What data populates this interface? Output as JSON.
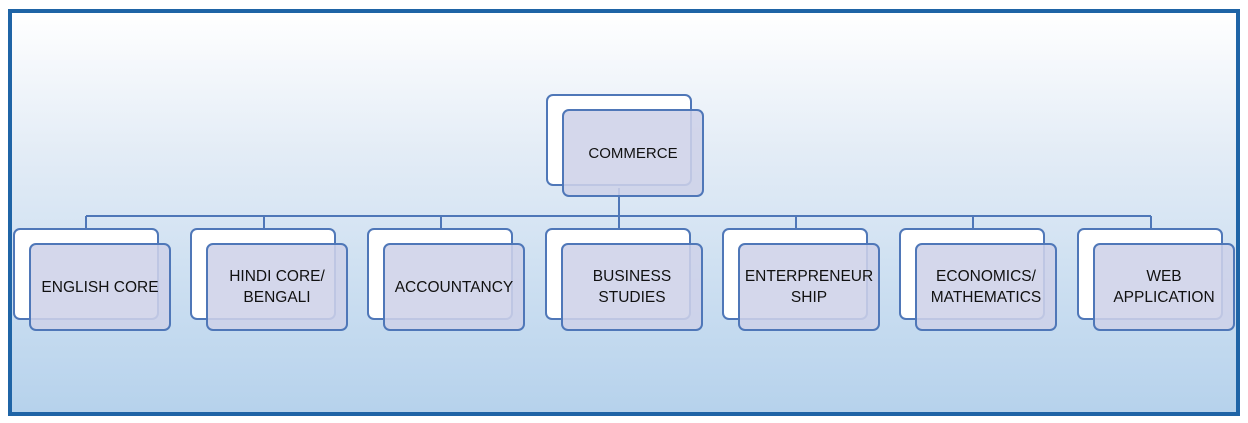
{
  "diagram": {
    "root": {
      "label": "COMMERCE"
    },
    "children": [
      {
        "label": "ENGLISH CORE"
      },
      {
        "label": "HINDI CORE/\nBENGALI"
      },
      {
        "label": "ACCOUNTANCY"
      },
      {
        "label": "BUSINESS\nSTUDIES"
      },
      {
        "label": "ENTERPRENEUR\nSHIP"
      },
      {
        "label": "ECONOMICS/\nMATHEMATICS"
      },
      {
        "label": "WEB\nAPPLICATION"
      }
    ]
  },
  "colors": {
    "frame_border": "#1f64a6",
    "node_border": "#4f77b8",
    "connector": "#4f77b8",
    "node_fill_front": "#ced2e8",
    "node_fill_back": "#ffffff",
    "background_top": "#ffffff",
    "background_bottom": "#b6d2ec"
  }
}
